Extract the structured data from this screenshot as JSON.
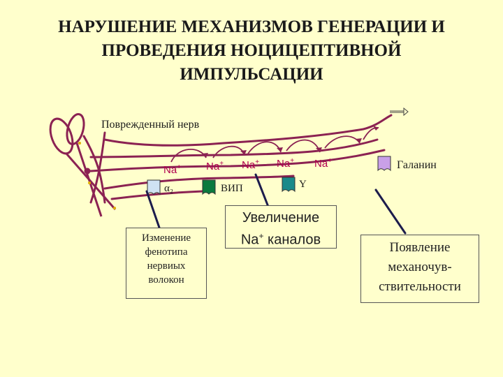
{
  "title": {
    "line1": "НАРУШЕНИЕ МЕХАНИЗМОВ ГЕНЕРАЦИИ И",
    "line2": "ПРОВЕДЕНИЯ НОЦИЦЕПТИВНОЙ",
    "line3": "ИМПУЛЬСАЦИИ"
  },
  "labels": {
    "damaged_nerve": "Поврежденный нерв",
    "galanin": "Галанин",
    "alpha2": "α₂",
    "vip": "ВИП",
    "y": "Y",
    "na": "Na",
    "plus": "+"
  },
  "boxes": {
    "phenotype": [
      "Изменение",
      "фенотипа",
      "нервиых",
      "волокон"
    ],
    "na_channels_line1": "Увеличение",
    "na_channels_line2_prefix": "Na",
    "na_channels_line2_sup": "+",
    "na_channels_line2_suffix": " каналов",
    "mechano": [
      "Появление",
      "механочув-",
      "ствительности"
    ]
  },
  "colors": {
    "nerve": "#8b2252",
    "arc": "#8b2252",
    "na_text": "#b0004e",
    "alpha2_receptor": "#cfe2f3",
    "vip_receptor": "#0b7a3e",
    "y_receptor": "#1a8a8a",
    "galanin_receptor": "#c9a0e8",
    "connector": "#1c1c4c"
  }
}
